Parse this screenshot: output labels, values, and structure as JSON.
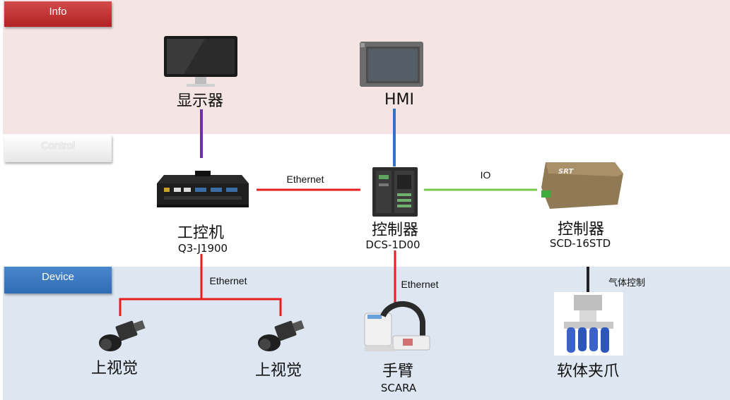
{
  "tags": {
    "info": "Info",
    "control": "Control",
    "device": "Device"
  },
  "nodes": {
    "monitor": {
      "name": "显示器"
    },
    "hmi": {
      "name": "HMI"
    },
    "ipc": {
      "name": "工控机",
      "model": "Q3-J1900"
    },
    "dcs": {
      "name": "控制器",
      "model": "DCS-1D00"
    },
    "scd": {
      "name": "控制器",
      "model": "SCD-16STD"
    },
    "camera1": {
      "name": "上视觉"
    },
    "camera2": {
      "name": "上视觉"
    },
    "arm": {
      "name": "手臂",
      "model": "SCARA"
    },
    "gripper": {
      "name": "软体夹爪"
    }
  },
  "links": {
    "ipc_dcs": "Ethernet",
    "dcs_scd": "IO",
    "ipc_cameras": "Ethernet",
    "dcs_arm": "Ethernet",
    "scd_gripper": "气体控制"
  },
  "colors": {
    "ethernet": "#e81e1e",
    "io": "#7ac74f",
    "display": "#7030a0",
    "hmi": "#2e75c6",
    "gas": "#222222"
  }
}
